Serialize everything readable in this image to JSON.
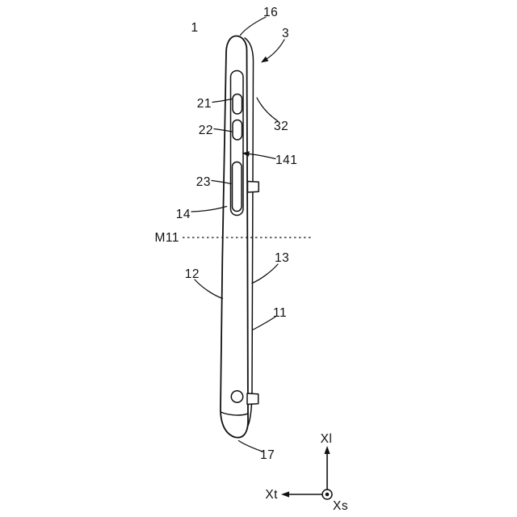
{
  "colors": {
    "ink": "#111111",
    "background": "#ffffff"
  },
  "reference_labels": {
    "r1": "1",
    "r3": "3",
    "r11": "11",
    "r12": "12",
    "r13": "13",
    "r14": "14",
    "r16": "16",
    "r17": "17",
    "r21": "21",
    "r22": "22",
    "r23": "23",
    "r32": "32",
    "r141": "141",
    "m11": "M11"
  },
  "axis_labels": {
    "vertical": "Xl",
    "horizontal": "Xt",
    "out_of_plane": "Xs"
  }
}
